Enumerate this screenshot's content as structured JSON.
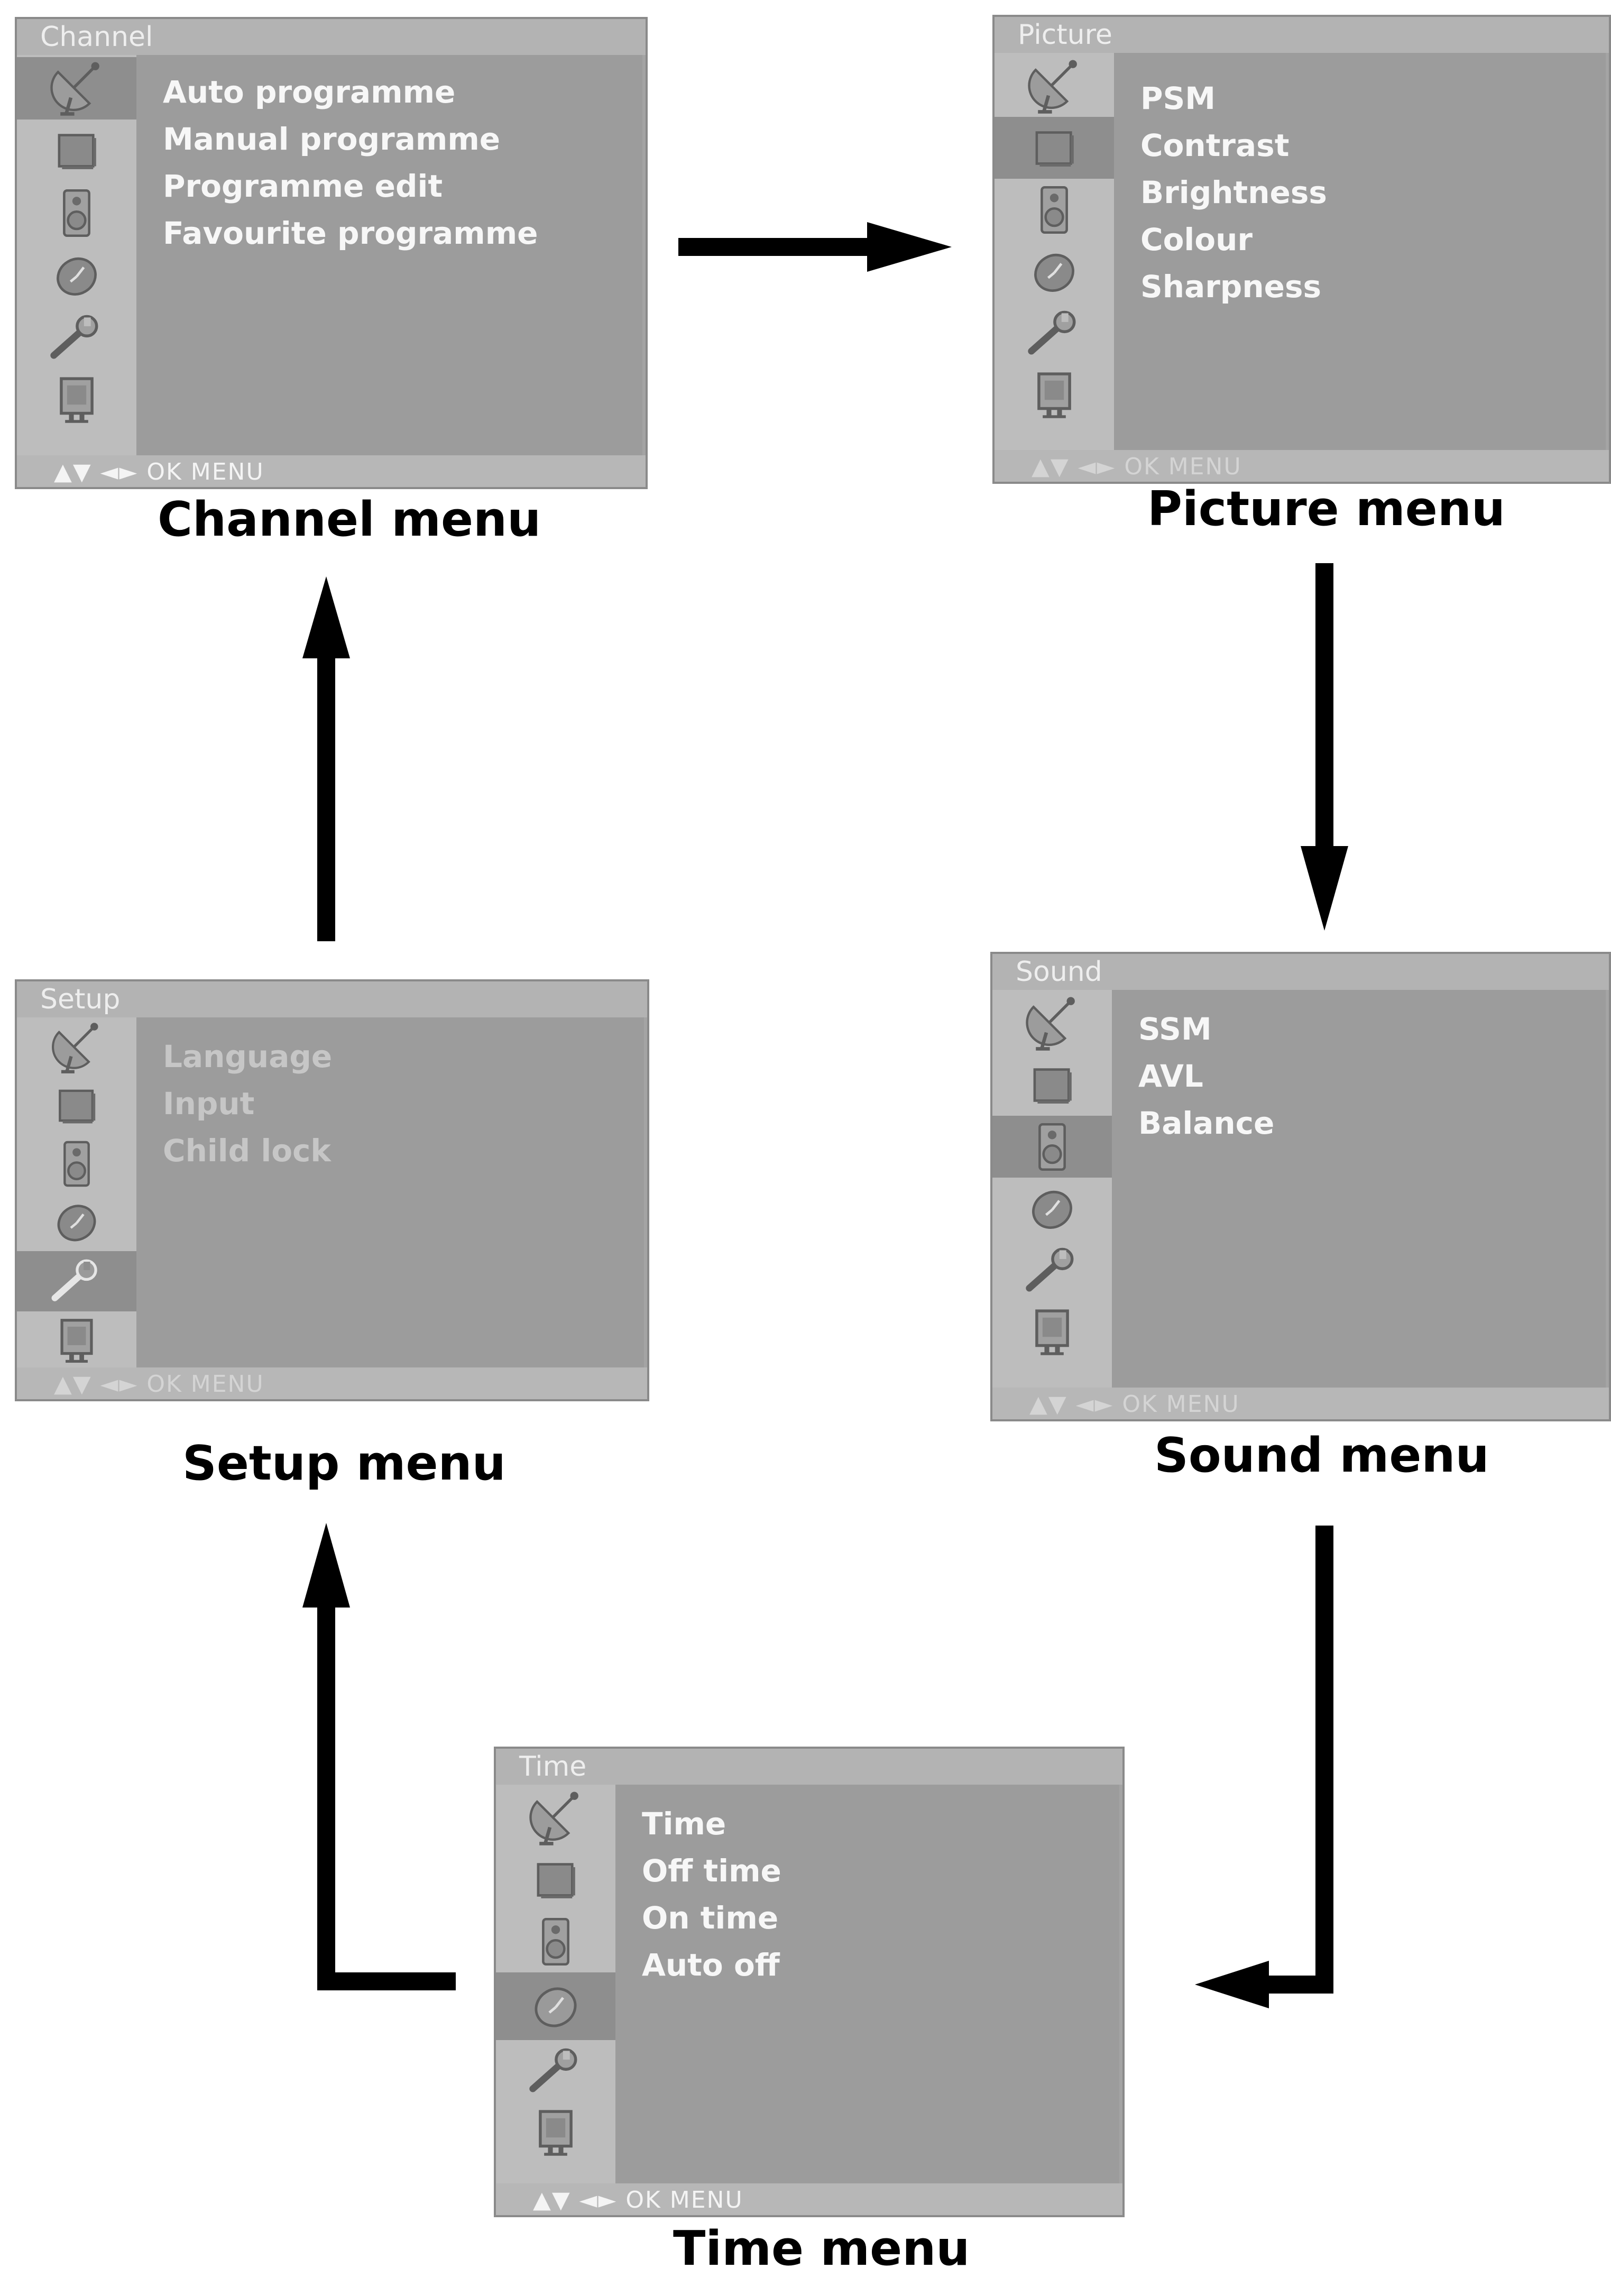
{
  "menus": {
    "channel": {
      "title": "Channel",
      "items": [
        "Auto programme",
        "Manual programme",
        "Programme edit",
        "Favourite programme"
      ],
      "footer": "▲▼ ◄► OK MENU",
      "caption": "Channel menu",
      "active_icon": "satellite-icon"
    },
    "picture": {
      "title": "Picture",
      "items": [
        "PSM",
        "Contrast",
        "Brightness",
        "Colour",
        "Sharpness"
      ],
      "footer": "▲▼ ◄► OK MENU",
      "caption": "Picture menu",
      "active_icon": "picture-icon"
    },
    "sound": {
      "title": "Sound",
      "items": [
        "SSM",
        "AVL",
        "Balance"
      ],
      "footer": "▲▼ ◄► OK MENU",
      "caption": "Sound menu",
      "active_icon": "speaker-icon"
    },
    "time": {
      "title": "Time",
      "items": [
        "Time",
        "Off time",
        "On time",
        "Auto off"
      ],
      "footer": "▲▼ ◄► OK MENU",
      "caption": "Time menu",
      "active_icon": "clock-icon"
    },
    "setup": {
      "title": "Setup",
      "items": [
        "Language",
        "Input",
        "Child lock"
      ],
      "footer": "▲▼ ◄► OK MENU",
      "caption": "Setup menu",
      "active_icon": "wrench-icon"
    }
  },
  "sidebar_icons": [
    "satellite-icon",
    "picture-icon",
    "speaker-icon",
    "clock-icon",
    "wrench-icon",
    "tv-icon"
  ],
  "colors": {
    "osd_background": "#a4a4a4",
    "sidebar": "#bdbdbd",
    "active_icon_row": "#8e8e8e",
    "menu_text": "#f7f7f7",
    "arrow": "#000000"
  }
}
